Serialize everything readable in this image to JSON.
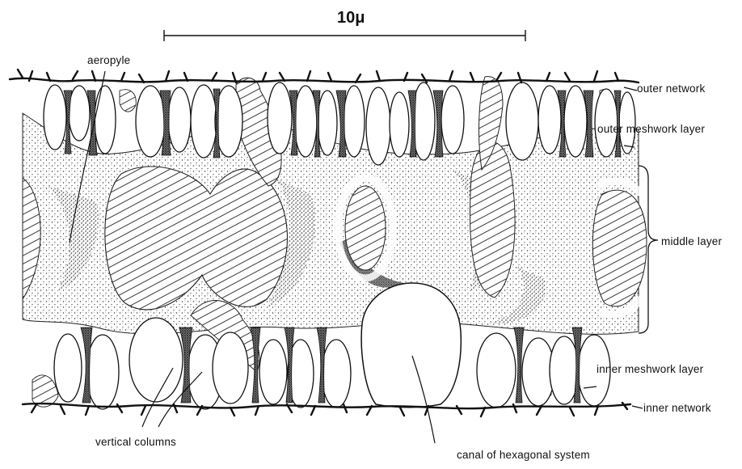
{
  "scale_bar": {
    "label": "10μ"
  },
  "labels": {
    "aeropyle": "aeropyle",
    "outer_network": "outer network",
    "outer_meshwork": "outer meshwork layer",
    "middle_layer": "middle layer",
    "inner_meshwork": "inner meshwork layer",
    "inner_network": "inner network",
    "vertical_columns": "vertical columns",
    "canal": "canal of hexagonal system"
  },
  "colors": {
    "ink": "#111111",
    "stipple": "#3a3a3a",
    "background": "#ffffff"
  }
}
